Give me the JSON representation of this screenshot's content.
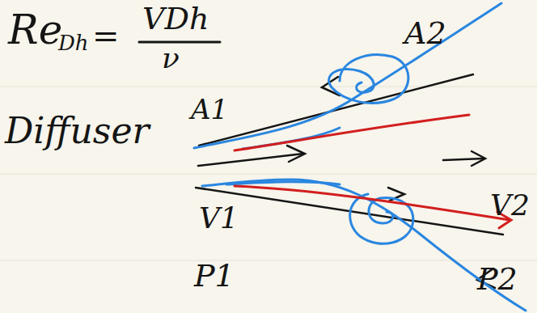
{
  "diagram": {
    "labels": [
      "Re",
      "Dh",
      "=",
      "VDh",
      "ν",
      "Diffuser",
      "A1",
      "A2",
      "V1",
      "V2",
      "P1",
      "P2"
    ]
  }
}
